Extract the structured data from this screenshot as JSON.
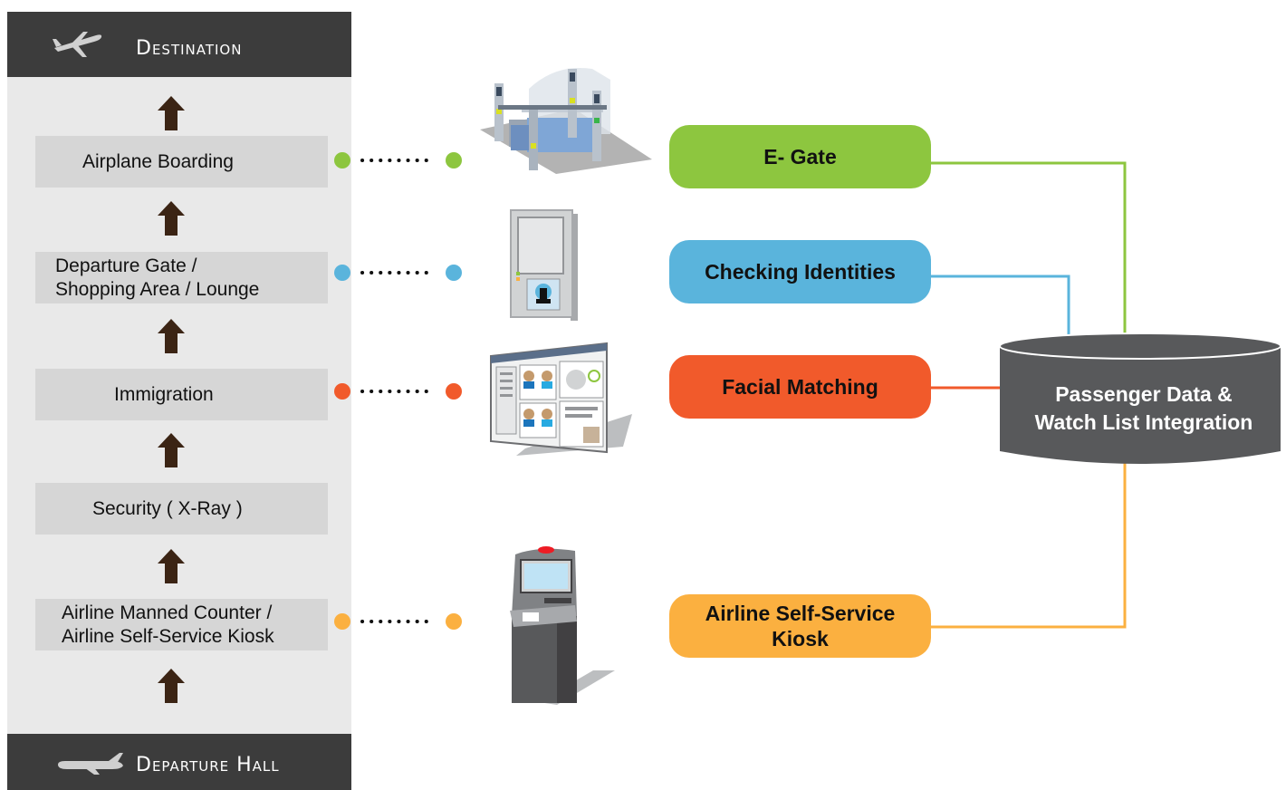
{
  "header": {
    "title": "Destination"
  },
  "footer": {
    "title": "Departure Hall"
  },
  "steps": [
    {
      "lines": [
        "Airplane Boarding"
      ]
    },
    {
      "lines": [
        "Departure Gate /",
        "Shopping Area / Lounge"
      ]
    },
    {
      "lines": [
        "Immigration"
      ]
    },
    {
      "lines": [
        "Security ( X-Ray )"
      ]
    },
    {
      "lines": [
        "Airline Manned Counter /",
        "Airline Self-Service Kiosk"
      ]
    }
  ],
  "services": [
    {
      "label": "E- Gate",
      "color": "#8dc63f"
    },
    {
      "label": "Checking Identities",
      "color": "#5ab4dc"
    },
    {
      "label": "Facial Matching",
      "color": "#f15a2b"
    },
    {
      "label": "Airline Self-Service Kiosk",
      "label_line1": "Airline Self-Service",
      "label_line2": "Kiosk",
      "color": "#fbb040"
    }
  ],
  "database": {
    "line1": "Passenger Data &",
    "line2": "Watch List Integration",
    "color": "#58595b"
  },
  "icons": [
    "airplane-icon",
    "arrow-up-icon",
    "e-gate-icon",
    "identity-kiosk-icon",
    "facial-matching-screen-icon",
    "self-service-kiosk-icon",
    "database-icon"
  ]
}
